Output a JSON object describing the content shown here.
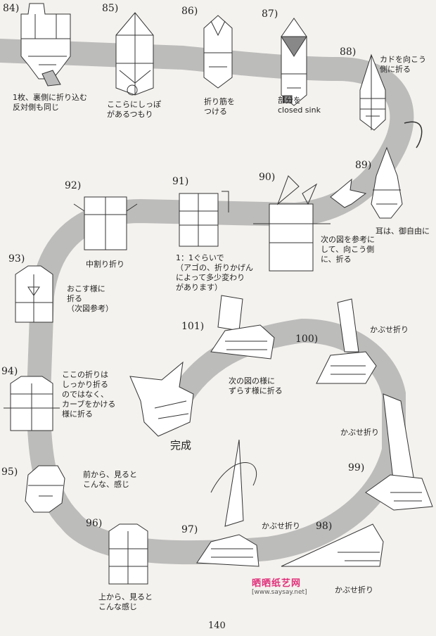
{
  "steps": [
    {
      "num": "84)",
      "caption": "1枚、裏側に折り込む\n反対側も同じ"
    },
    {
      "num": "85)",
      "caption": "ここらにしっぽ\nがあるつもり"
    },
    {
      "num": "86)",
      "caption": "折り筋を\nつける"
    },
    {
      "num": "87)",
      "caption": "部分を\nclosed sink"
    },
    {
      "num": "88)",
      "caption": "カドを向こう\n側に折る"
    },
    {
      "num": "89)",
      "caption": "耳は、御自由に"
    },
    {
      "num": "90)",
      "caption": "次の図を参考に\nして、向こう側\nに、折る"
    },
    {
      "num": "91)",
      "caption": "1：1ぐらいで\n（アゴの、折りかげん\nによって多少変わり\nがあります）"
    },
    {
      "num": "92)",
      "caption": "中割り折り"
    },
    {
      "num": "93)",
      "caption": "おこす様に\n折る\n（次図参考）"
    },
    {
      "num": "94)",
      "caption": "ここの折りは\nしっかり折る\nのではなく、\nカーブをかける\n様に折る"
    },
    {
      "num": "95)",
      "caption": "前から、見ると\nこんな、感じ"
    },
    {
      "num": "96)",
      "caption": "上から、見ると\nこんな感じ"
    },
    {
      "num": "97)",
      "caption": "かぶせ折り"
    },
    {
      "num": "98)",
      "caption": "かぶせ折り"
    },
    {
      "num": "99)",
      "caption": "かぶせ折り"
    },
    {
      "num": "100)",
      "caption": "かぶせ折り"
    },
    {
      "num": "101)",
      "caption": "次の図の様に\nずらす様に折る"
    }
  ],
  "finished_label": "完成",
  "page_number": "140",
  "watermark": {
    "title": "晒晒纸艺网",
    "url": "[www.saysay.net]"
  },
  "colors": {
    "band": "#a9a9a9",
    "paper": "#f4f2ee",
    "ink": "#222222",
    "watermark": "#e0307a"
  }
}
